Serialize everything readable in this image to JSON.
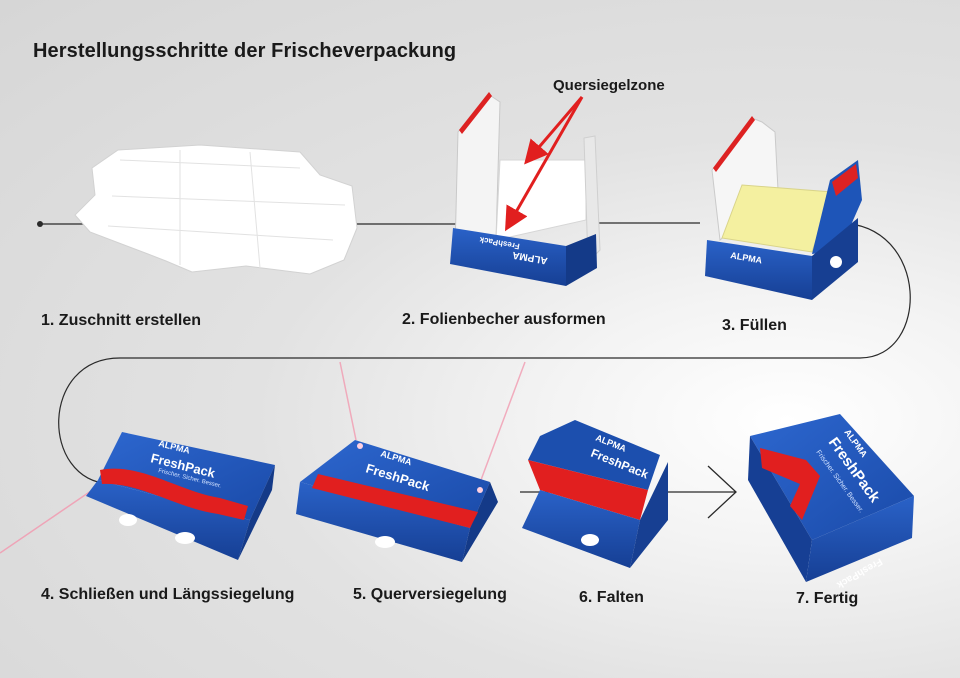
{
  "title": "Herstellungsschritte der Frischeverpackung",
  "callout": "Quersiegelzone",
  "steps": [
    {
      "label": "1. Zuschnitt erstellen"
    },
    {
      "label": "2. Folienbecher ausformen"
    },
    {
      "label": "3. Füllen"
    },
    {
      "label": "4. Schließen und Längssiegelung"
    },
    {
      "label": "5. Querversiegelung"
    },
    {
      "label": "6. Falten"
    },
    {
      "label": "7. Fertig"
    }
  ],
  "package": {
    "brand": "ALPMA",
    "product": "FreshPack",
    "tagline": "Frischer. Sicher. Besser."
  },
  "colors": {
    "package_blue": "#1b4fb0",
    "seal_red": "#e11f1f",
    "cheese_yellow": "#f4f0a0",
    "line": "#2a2a2a"
  }
}
